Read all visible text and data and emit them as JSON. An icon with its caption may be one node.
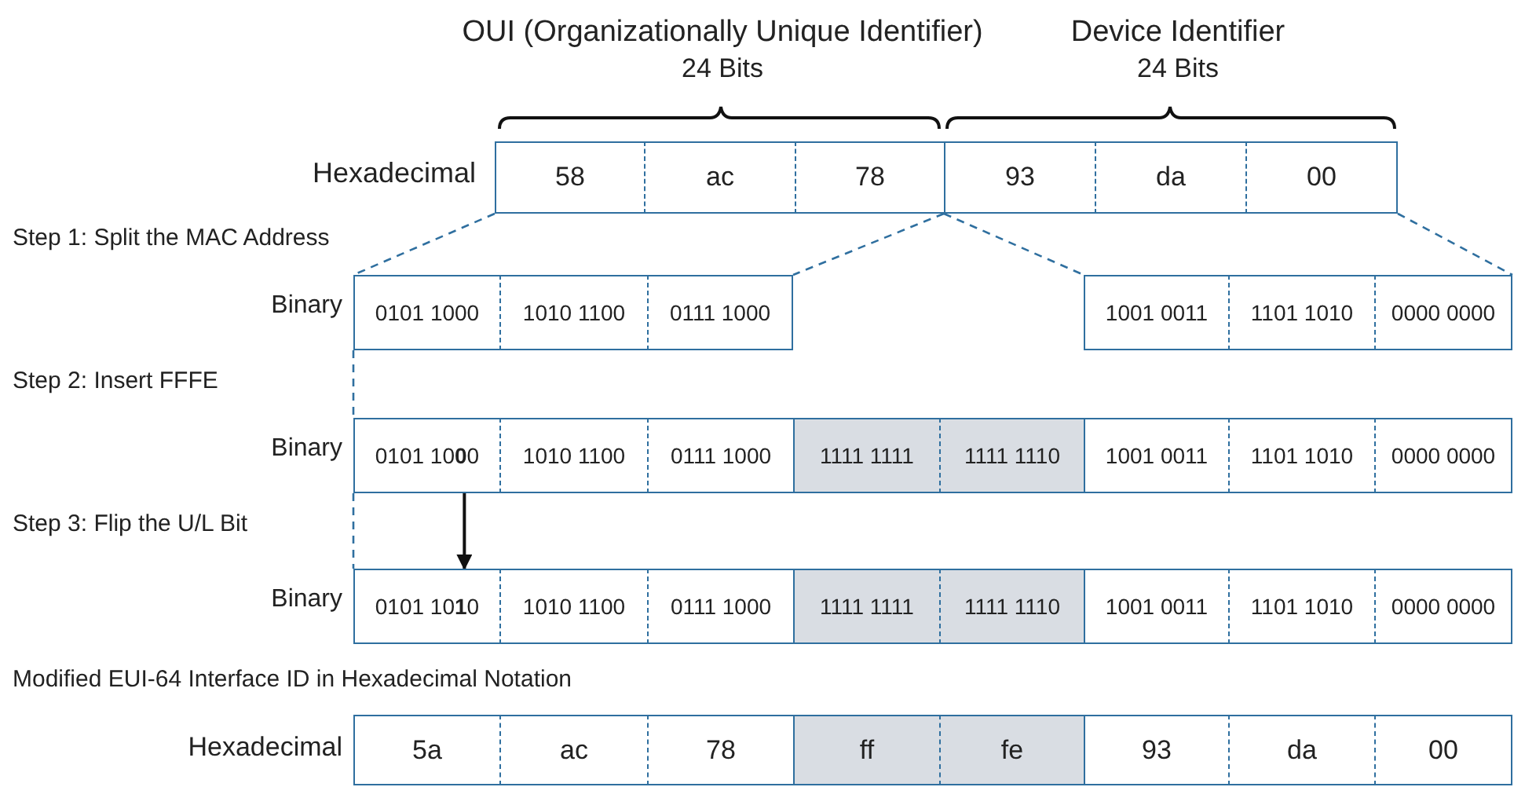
{
  "diagram": {
    "nodes": [
      {
        "text": [
          "58"
        ]
      },
      {
        "text": [
          "ac"
        ]
      },
      {
        "text": [
          "78"
        ]
      },
      {
        "text": [
          "93"
        ]
      },
      {
        "text": [
          "da"
        ]
      },
      {
        "text": [
          "00"
        ]
      },
      {
        "text": [
          "0101 1000"
        ]
      },
      {
        "text": [
          "1010 1100"
        ]
      },
      {
        "text": [
          "0111 1000"
        ]
      },
      {
        "text": [
          "1001 0011"
        ]
      },
      {
        "text": [
          "1101 1010"
        ]
      },
      {
        "text": [
          "0000 0000"
        ]
      },
      {
        "text": [
          "0101 10**0**0"
        ]
      },
      {
        "text": [
          "1010 1100"
        ]
      },
      {
        "text": [
          "0111 1000"
        ]
      },
      {
        "text": [
          "1111 1111"
        ]
      },
      {
        "text": [
          "1111 1110"
        ]
      },
      {
        "text": [
          "1001 0011"
        ]
      },
      {
        "text": [
          "1101 1010"
        ]
      },
      {
        "text": [
          "0000 0000"
        ]
      },
      {
        "text": [
          "0101 10**1**0"
        ]
      },
      {
        "text": [
          "1010 1100"
        ]
      },
      {
        "text": [
          "0111 1000"
        ]
      },
      {
        "text": [
          "1111 1111"
        ]
      },
      {
        "text": [
          "1111 1110"
        ]
      },
      {
        "text": [
          "1001 0011"
        ]
      },
      {
        "text": [
          "1101 1010"
        ]
      },
      {
        "text": [
          "0000 0000"
        ]
      },
      {
        "text": [
          "5a"
        ]
      },
      {
        "text": [
          "ac"
        ]
      },
      {
        "text": [
          "78"
        ]
      },
      {
        "text": [
          "ff"
        ]
      },
      {
        "text": [
          "fe"
        ]
      },
      {
        "text": [
          "93"
        ]
      },
      {
        "text": [
          "da"
        ]
      },
      {
        "text": [
          "00"
        ]
      }
    ],
    "edges": [
      {
        "from": 12,
        "to": 20,
        "arrow": "to",
        "color": "#111111"
      },
      {
        "from": 0,
        "to": 6,
        "arrow": "none",
        "style": "dashed"
      },
      {
        "from": 2,
        "to": 8,
        "arrow": "none",
        "style": "dashed"
      },
      {
        "from": 3,
        "to": 9,
        "arrow": "none",
        "style": "dashed"
      },
      {
        "from": 5,
        "to": 11,
        "arrow": "none",
        "style": "dashed"
      },
      {
        "from": 6,
        "to": 12,
        "arrow": "none",
        "style": "dashed"
      },
      {
        "from": 12,
        "to": 20,
        "arrow": "none",
        "style": "dashed"
      }
    ],
    "labels": [
      "OUI (Organizationally Unique Identifier)",
      "Device Identifier",
      "24 Bits",
      "24 Bits",
      "Hexadecimal",
      "Step 1: Split the MAC Address",
      "Binary",
      "Step 2: Insert FFFE",
      "Binary",
      "Step 3: Flip the U/L Bit",
      "Binary",
      "Modified EUI-64 Interface ID in Hexadecimal Notation",
      "Hexadecimal"
    ]
  }
}
